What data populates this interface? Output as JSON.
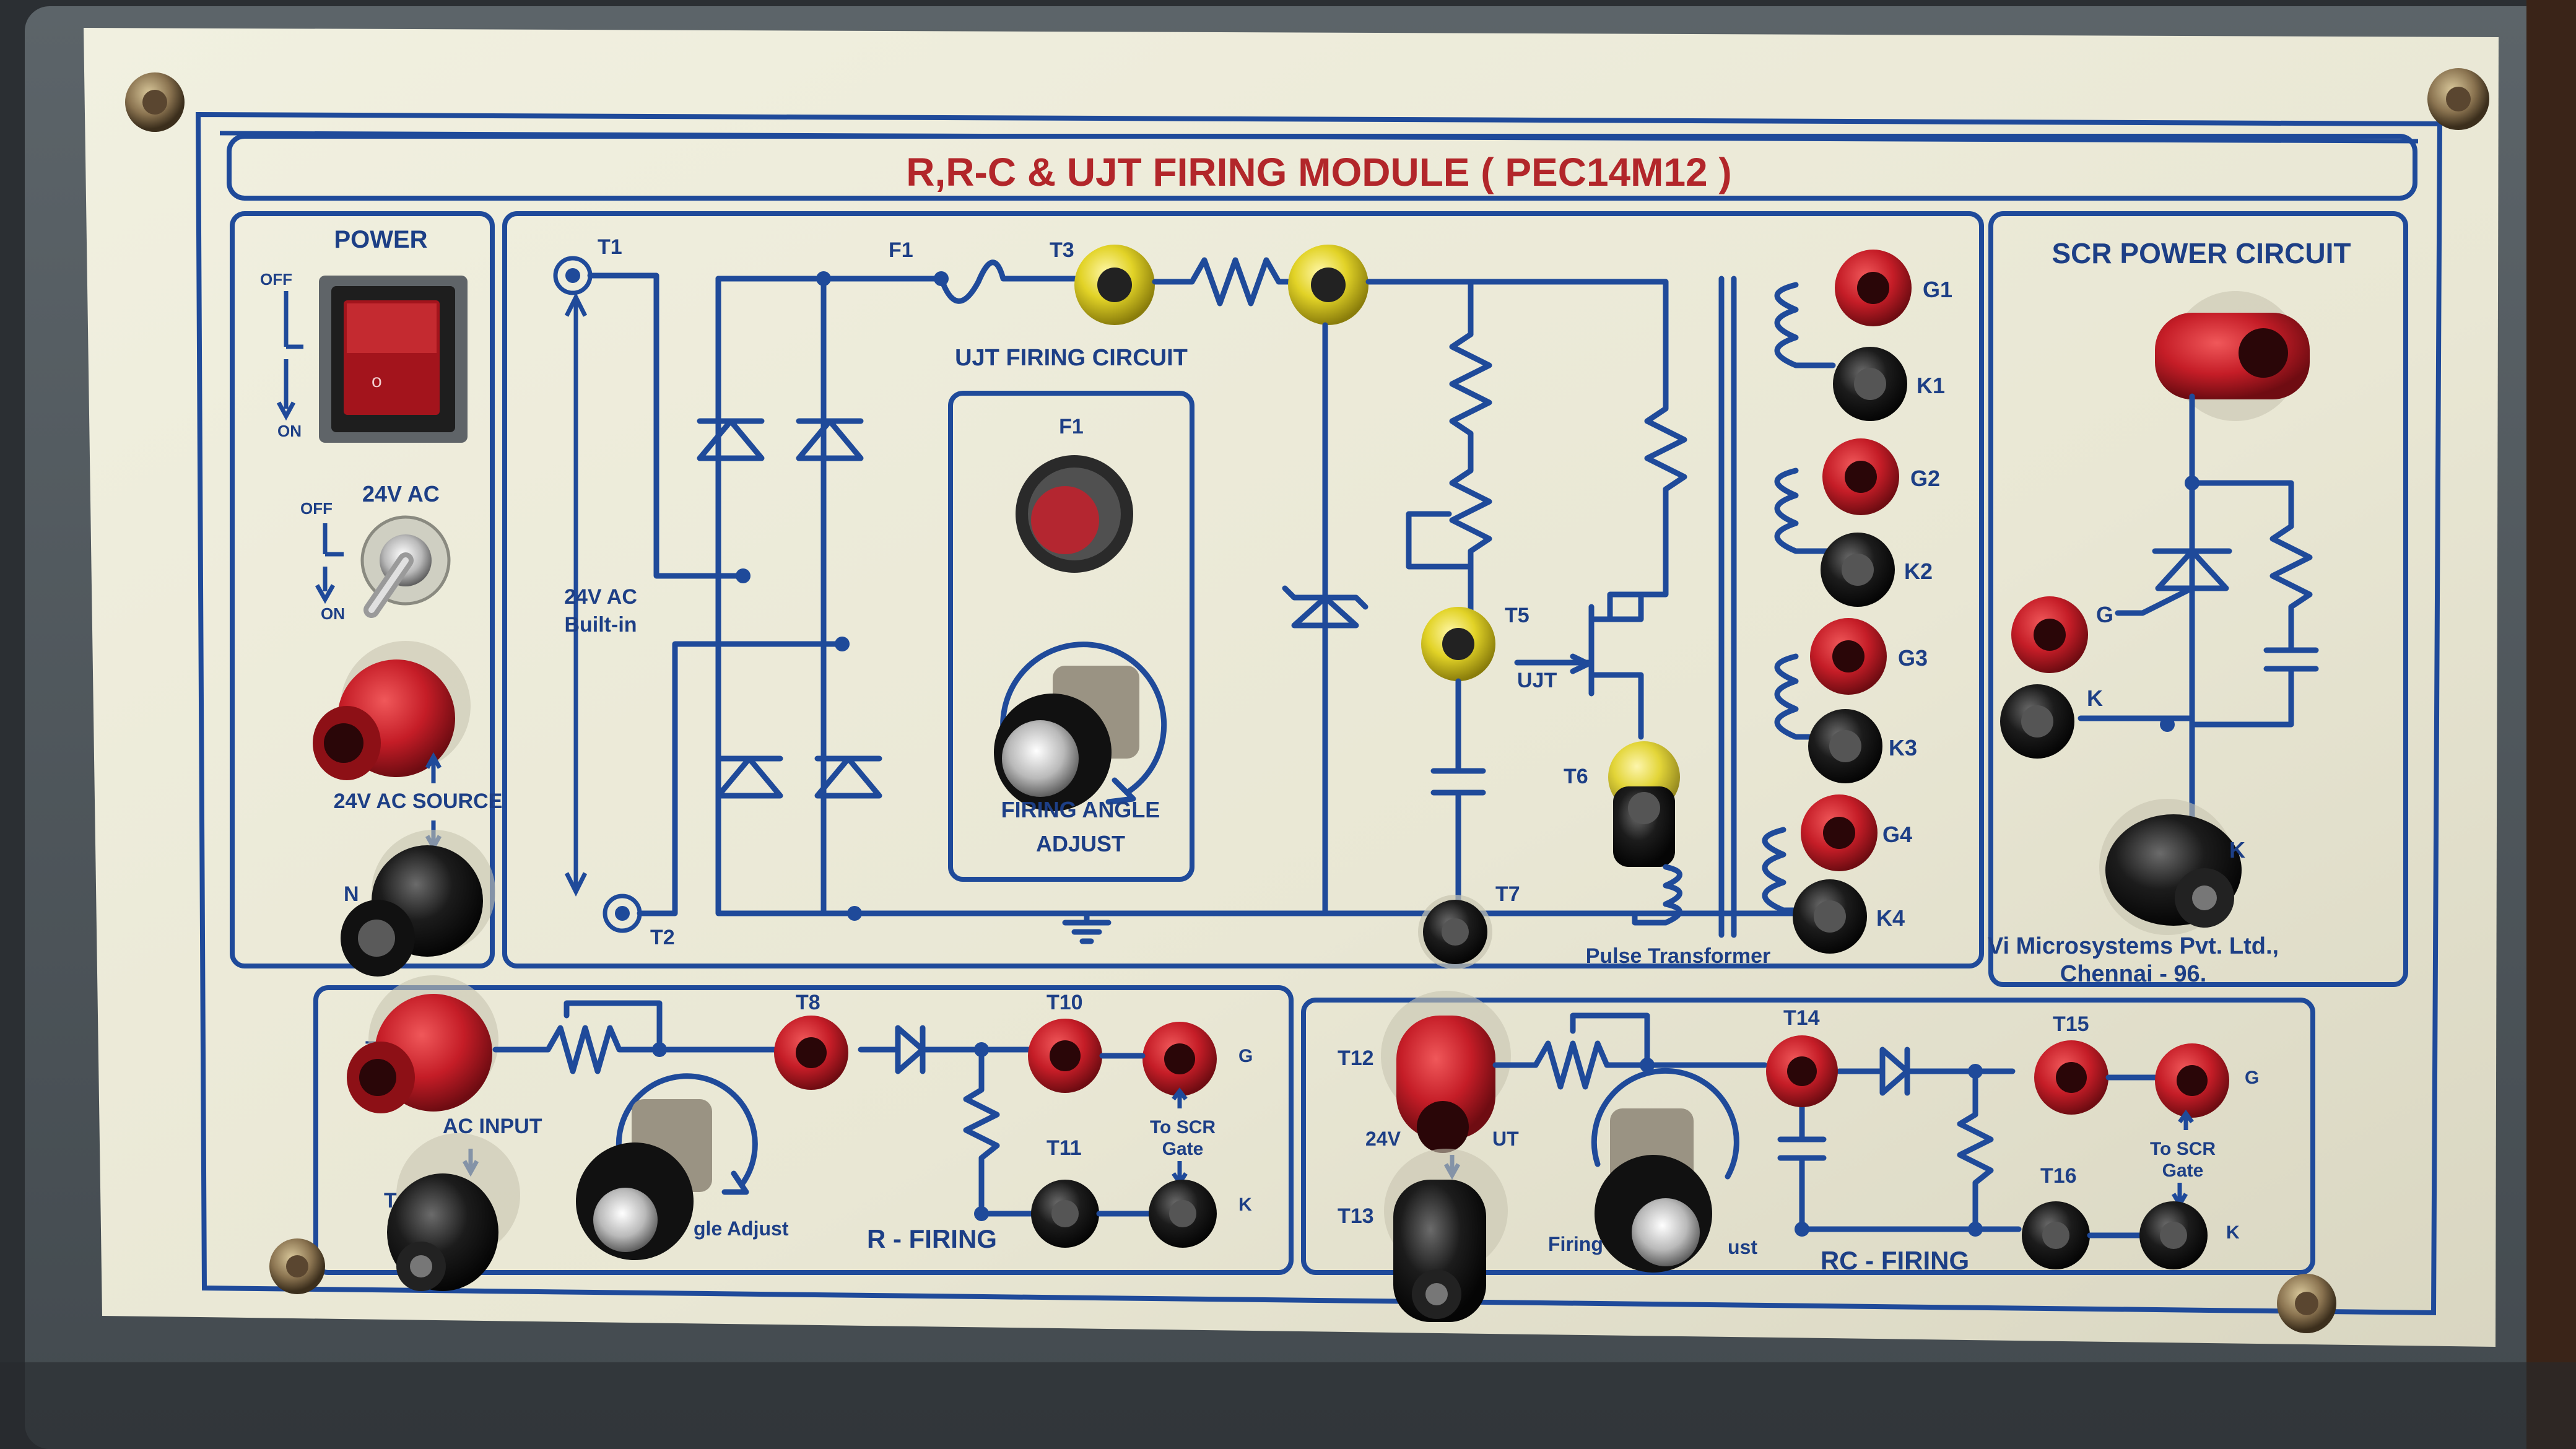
{
  "panel": {
    "title": "R,R-C & UJT FIRING MODULE ( PEC14M12 )",
    "manufacturer_line1": "Vi Microsystems Pvt. Ltd.,",
    "manufacturer_line2": "Chennai - 96."
  },
  "power_section": {
    "header": "POWER",
    "switch_off": "OFF",
    "switch_on": "ON",
    "ac_header": "24V AC",
    "ac_off": "OFF",
    "ac_on": "ON",
    "source_label": "24V AC SOURCE",
    "neutral_label": "N"
  },
  "ujt_section": {
    "t1": "T1",
    "t2": "T2",
    "f1_wire": "F1",
    "t3": "T3",
    "circuit_label": "UJT FIRING CIRCUIT",
    "fuse_label": "F1",
    "builtin_line1": "24V AC",
    "builtin_line2": "Built-in",
    "knob_line1": "FIRING ANGLE",
    "knob_line2": "ADJUST",
    "t5": "T5",
    "ujt": "UJT",
    "t6": "T6",
    "t7": "T7",
    "pulse": "Pulse Transformer",
    "g1": "G1",
    "k1": "K1",
    "g2": "G2",
    "k2": "K2",
    "g3": "G3",
    "k3": "K3",
    "g4": "G4",
    "k4": "K4"
  },
  "scr_section": {
    "header": "SCR  POWER CIRCUIT",
    "g": "G",
    "k": "K",
    "k_bottom": "K"
  },
  "r_firing": {
    "t8": "T8",
    "t10": "T10",
    "t11": "T11",
    "t_partial": "T",
    "t_partial2": "T",
    "g": "G",
    "k": "K",
    "scr_line1": "To SCR",
    "scr_line2": "Gate",
    "input": "AC INPUT",
    "angle": "gle Adjust",
    "name": "R - FIRING"
  },
  "rc_firing": {
    "t12": "T12",
    "t13": "T13",
    "t14": "T14",
    "t15": "T15",
    "t16": "T16",
    "input_left": "24V",
    "input_right": "UT",
    "scr_line1": "To SCR",
    "scr_line2": "Gate",
    "g": "G",
    "k": "K",
    "firing_left": "Firing",
    "firing_right": "ust",
    "name": "RC - FIRING"
  },
  "colors": {
    "panel": "#ecebd9",
    "ink": "#1f4a9a",
    "title_red": "#b2262a",
    "jack_red": "#c8202a",
    "jack_black": "#1a1a1a",
    "jack_yellow": "#e6d72a",
    "enclosure": "#50575c"
  }
}
